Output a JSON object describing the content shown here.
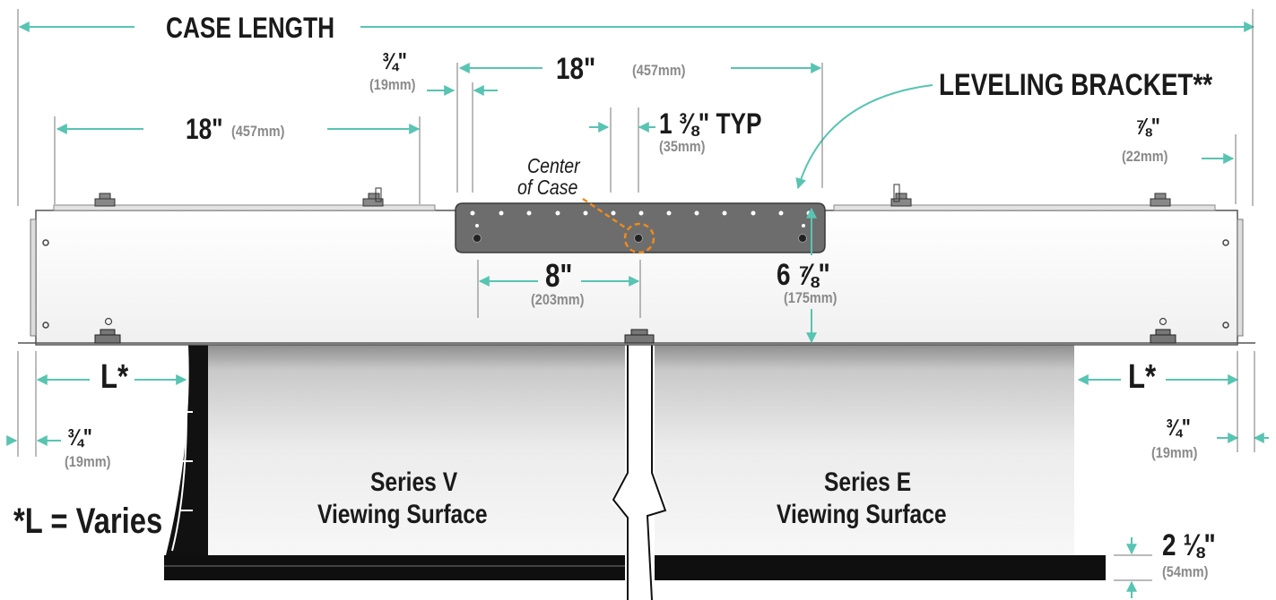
{
  "colors": {
    "dimension": "#58c4b2",
    "center_marker": "#f08a1c",
    "text": "#1a1a1a",
    "metric": "#8a8a8a"
  },
  "labels": {
    "case_length": "CASE LENGTH",
    "bracket_spacing": "18\"",
    "bracket_spacing_mm": "(457mm)",
    "left_spacing": "18\"",
    "left_spacing_mm": "(457mm)",
    "bracket_inset": "¾\"",
    "bracket_inset_mm": "(19mm)",
    "leveling_bracket": "LEVELING BRACKET**",
    "hole_spacing": "1 ⅜\" TYP",
    "hole_spacing_mm": "(35mm)",
    "right_inset": "⅞\"",
    "right_inset_mm": "(22mm)",
    "center_of_case_1": "Center",
    "center_of_case_2": "of Case",
    "center_offset": "8\"",
    "center_offset_mm": "(203mm)",
    "bracket_height": "6 ⅞\"",
    "bracket_height_mm": "(175mm)",
    "left_l": "L*",
    "right_l": "L*",
    "left_end_cap": "¾\"",
    "left_end_cap_mm": "(19mm)",
    "right_end_cap": "¾\"",
    "right_end_cap_mm": "(19mm)",
    "series_v_line1": "Series V",
    "series_v_line2": "Viewing Surface",
    "series_e_line1": "Series E",
    "series_e_line2": "Viewing Surface",
    "l_varies": "*L = Varies",
    "bottom_height": "2 ⅛\"",
    "bottom_height_mm": "(54mm)"
  }
}
